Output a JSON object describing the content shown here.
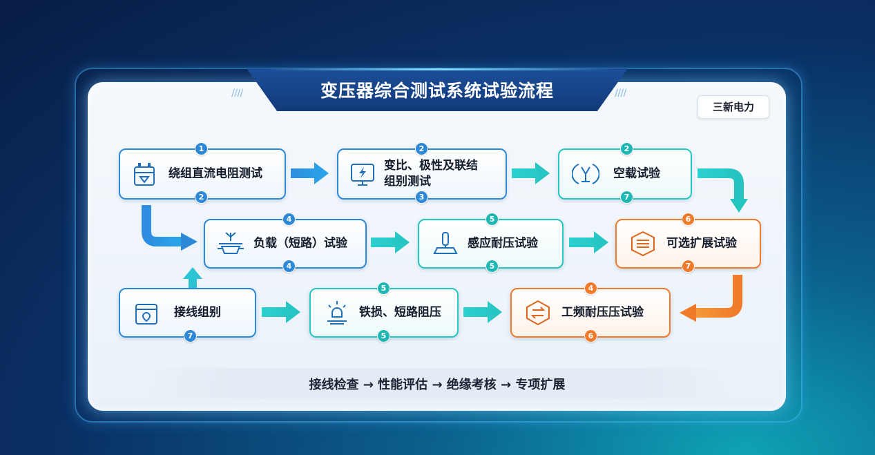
{
  "title": "变压器综合测试系统试验流程",
  "brand": "三新电力",
  "colors": {
    "blue": "#2d89d8",
    "cyan": "#24c6c0",
    "orange": "#f07a2a"
  },
  "nodes": [
    {
      "id": "winding-dc",
      "label": "绕组直流电阻测试",
      "color": "blue",
      "icon": "transformer-icon",
      "badge_top": "1",
      "badge_bottom": "2"
    },
    {
      "id": "ratio",
      "label_line1": "变比、极性及联结",
      "label_line2": "组别测试",
      "color": "blue",
      "icon": "monitor-bolt-icon",
      "badge_top": "2",
      "badge_bottom": "3"
    },
    {
      "id": "no-load",
      "label": "空载试验",
      "color": "cyan",
      "icon": "insulator-icon",
      "badge_top": "2",
      "badge_bottom": "7"
    },
    {
      "id": "load-short",
      "label": "负载（短路）试验",
      "color": "blue",
      "icon": "load-icon",
      "badge_top": "4",
      "badge_bottom": "4"
    },
    {
      "id": "induced",
      "label": "感应耐压试验",
      "color": "cyan",
      "icon": "joystick-icon",
      "badge_top": "5",
      "badge_bottom": "5"
    },
    {
      "id": "optional",
      "label": "可选扩展试验",
      "color": "orange",
      "icon": "box-icon",
      "badge_top": "6",
      "badge_bottom": "7"
    },
    {
      "id": "wiring-group",
      "label": "接线组别",
      "color": "blue",
      "icon": "device-pin-icon",
      "badge_bottom": "7"
    },
    {
      "id": "iron-loss",
      "label": "铁损、短路阻压",
      "color": "cyan",
      "icon": "lamp-icon",
      "badge_top": "5",
      "badge_bottom": "5"
    },
    {
      "id": "power-freq",
      "label": "工频耐压压试验",
      "color": "orange",
      "icon": "hex-arrows-icon",
      "badge_top": "4",
      "badge_bottom": "6"
    }
  ],
  "footer": "接线检查 → 性能评估 → 绝缘考核 → 专项扩展"
}
